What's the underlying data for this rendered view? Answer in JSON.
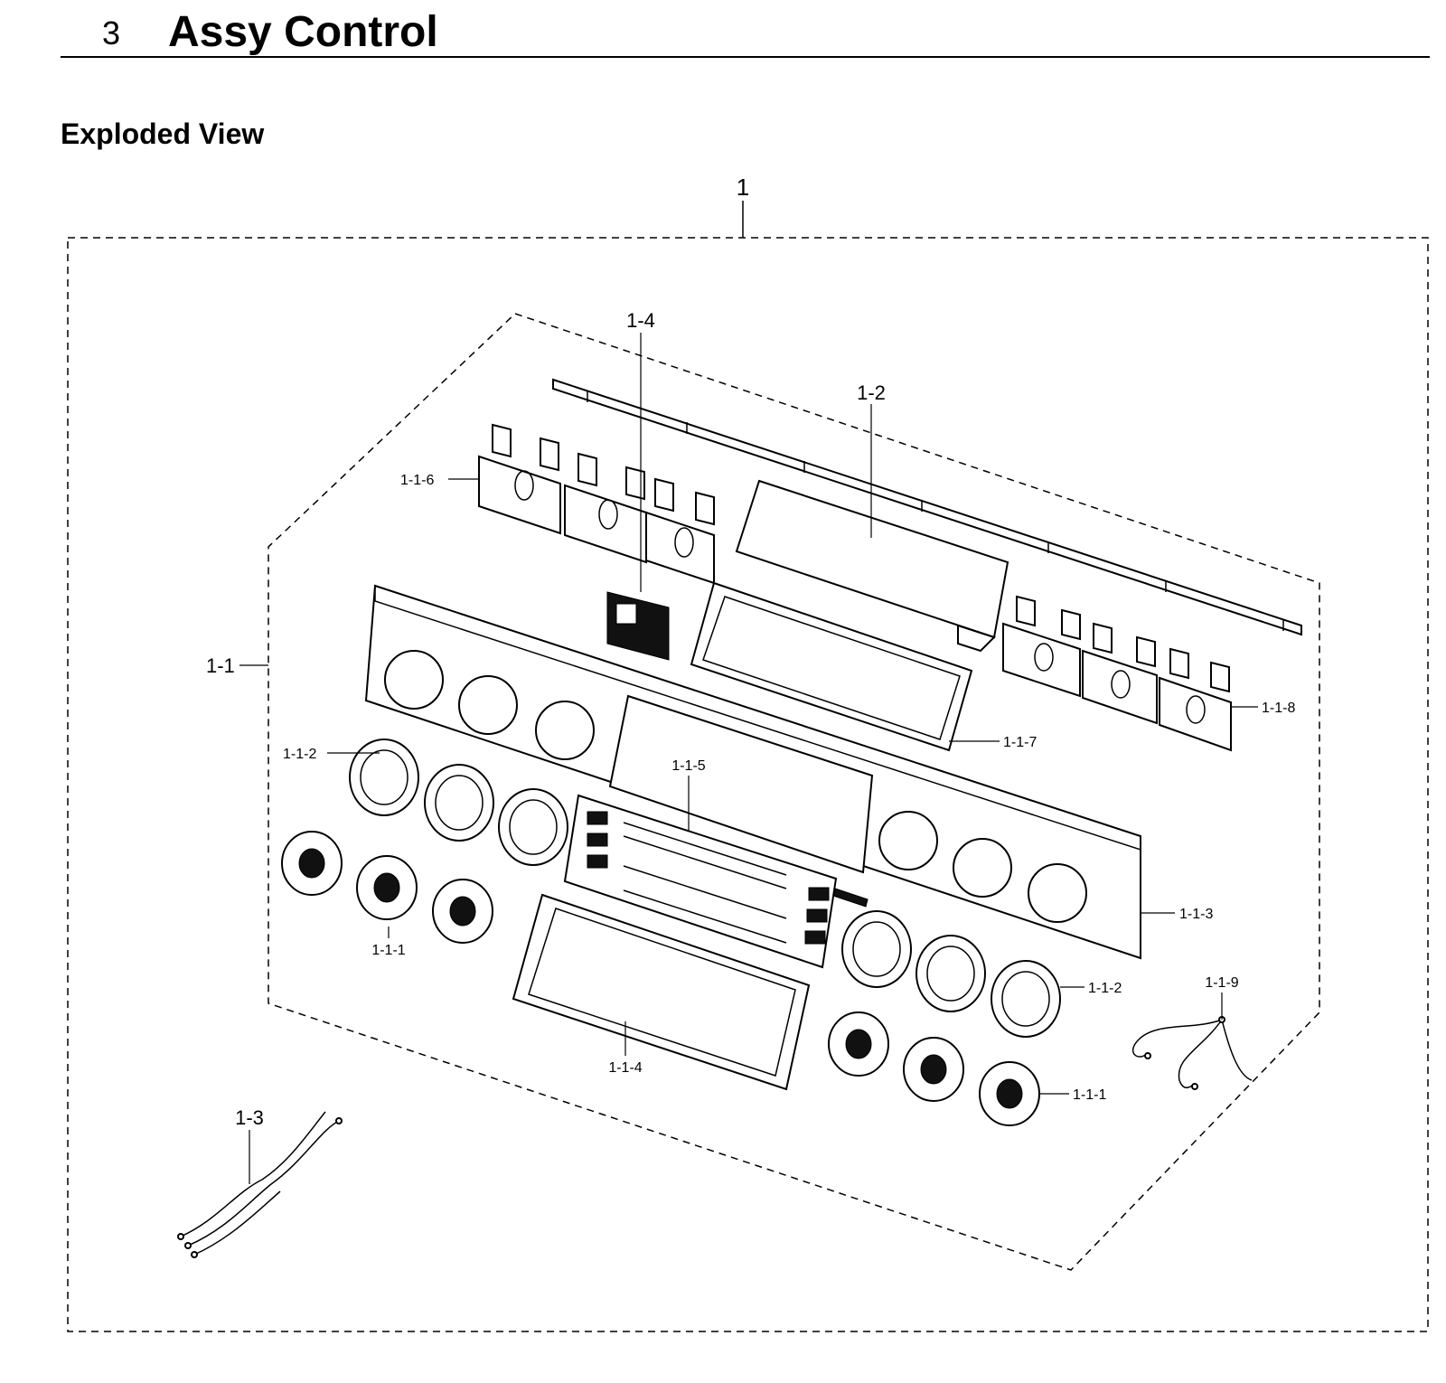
{
  "header": {
    "section_number": "3",
    "title": "Assy Control",
    "subtitle": "Exploded View"
  },
  "diagram": {
    "callouts": {
      "c1": "1",
      "c1_1": "1-1",
      "c1_2": "1-2",
      "c1_3": "1-3",
      "c1_4": "1-4",
      "c1_1_1_a": "1-1-1",
      "c1_1_1_b": "1-1-1",
      "c1_1_2_a": "1-1-2",
      "c1_1_2_b": "1-1-2",
      "c1_1_3": "1-1-3",
      "c1_1_4": "1-1-4",
      "c1_1_5": "1-1-5",
      "c1_1_6": "1-1-6",
      "c1_1_7": "1-1-7",
      "c1_1_8": "1-1-8",
      "c1_1_9": "1-1-9"
    }
  }
}
